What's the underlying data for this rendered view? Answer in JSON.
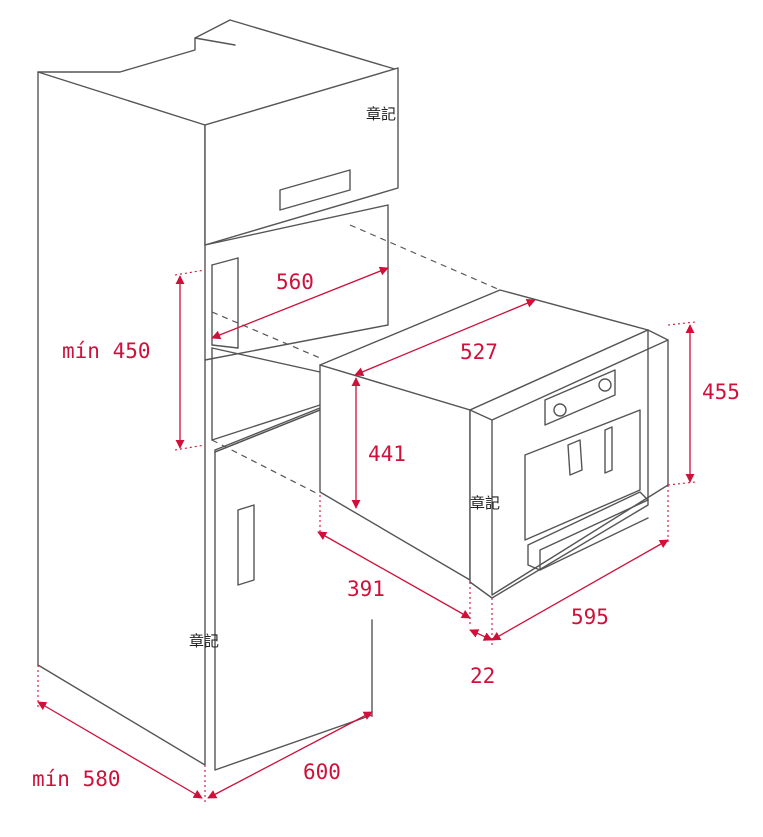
{
  "colors": {
    "dimension": "#d0103a",
    "outline": "#555555",
    "note": "#222222"
  },
  "dimensions": {
    "niche_width": "560",
    "niche_height_min": "mín 450",
    "appliance_depth": "527",
    "appliance_inner_height": "441",
    "front_height": "455",
    "side_depth": "391",
    "front_width": "595",
    "front_thickness": "22",
    "cabinet_depth_min": "mín 580",
    "cabinet_width": "600"
  },
  "notes": [
    "章記",
    "章記",
    "章記"
  ]
}
